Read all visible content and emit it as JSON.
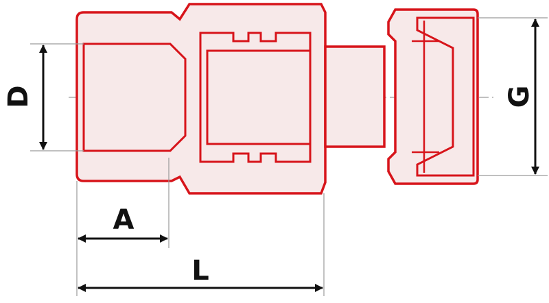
{
  "colors": {
    "outline": "#d7141a",
    "fill": "#f7e9e9",
    "dimension": "#111111",
    "extension": "#9a9a9a"
  },
  "labels": {
    "d": "D",
    "a": "A",
    "l": "L",
    "g": "G"
  }
}
